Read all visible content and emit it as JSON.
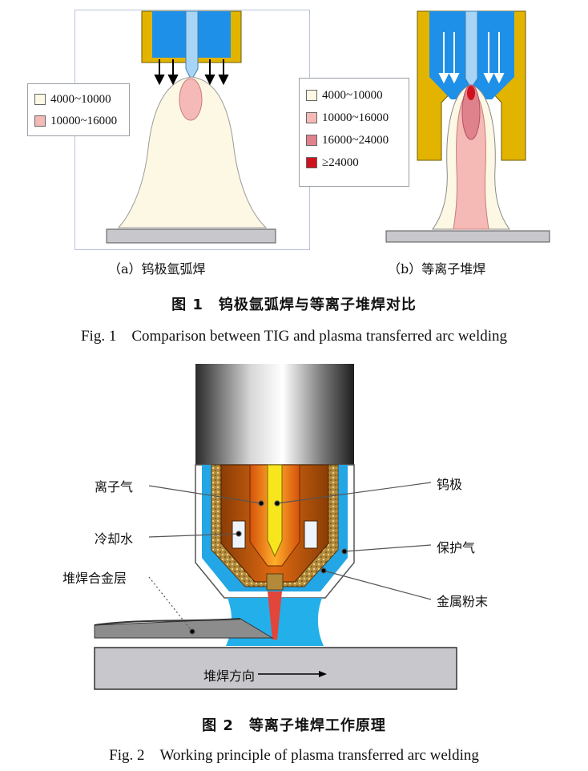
{
  "figure1": {
    "panel_a": {
      "caption": "（a）钨极氩弧焊",
      "legend": [
        {
          "label": "4000~10000",
          "color": "#fdf8e4"
        },
        {
          "label": "10000~16000",
          "color": "#f5b9b6"
        }
      ]
    },
    "panel_b": {
      "caption": "（b）等离子堆焊",
      "legend": [
        {
          "label": "4000~10000",
          "color": "#fdf8e4"
        },
        {
          "label": "10000~16000",
          "color": "#f5b9b6"
        },
        {
          "label": "16000~24000",
          "color": "#e0828c"
        },
        {
          "label": "≥24000",
          "color": "#d0121f"
        }
      ]
    },
    "caption_cn": "图 1　钨极氩弧焊与等离子堆焊对比",
    "caption_en": "Fig. 1　Comparison between TIG and plasma transferred arc welding"
  },
  "figure2": {
    "labels": {
      "plasma_gas": "离子气",
      "cooling_water": "冷却水",
      "cladding_layer": "堆焊合金层",
      "tungsten_electrode": "钨极",
      "shielding_gas": "保护气",
      "metal_powder": "金属粉末",
      "welding_direction": "堆焊方向"
    },
    "caption_cn": "图 2　等离子堆焊工作原理",
    "caption_en": "Fig. 2　Working principle of plasma transferred arc welding"
  }
}
